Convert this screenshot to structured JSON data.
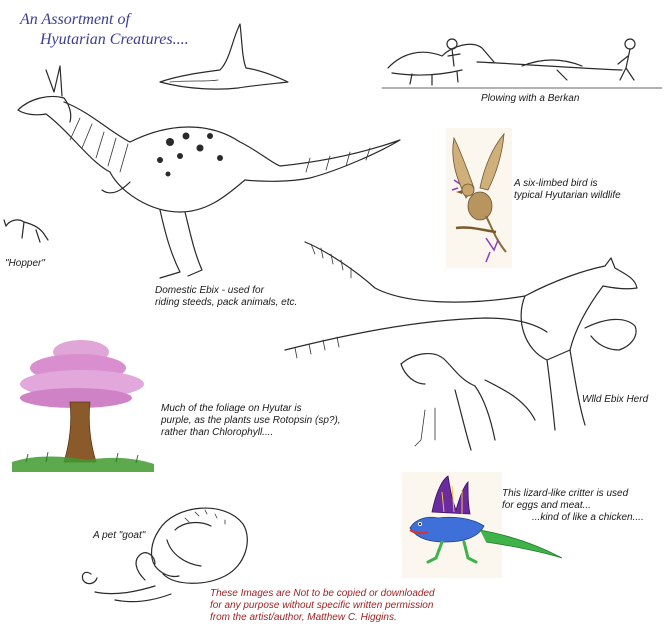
{
  "title": {
    "line1": "An Assortment  of",
    "line2": "Hyutarian Creatures...."
  },
  "captions": {
    "plowing": "Plowing with a Berkan",
    "six_limbed_1": "A six-limbed bird is",
    "six_limbed_2": "typical Hyutarian wildlife",
    "hopper": "\"Hopper\"",
    "domestic_1": "Domestic Ebix - used for",
    "domestic_2": "riding steeds, pack animals, etc.",
    "wild": "Wlld Ebix Herd",
    "foliage_1": "Much of the foliage on Hyutar is",
    "foliage_2": "purple, as the plants use Rotopsin (sp?),",
    "foliage_3": "rather than Chlorophyll....",
    "lizard_1": "This lizard-like critter is used",
    "lizard_2": "for eggs and meat...",
    "lizard_3": "...kind of like a chicken....",
    "goat": "A pet \"goat\""
  },
  "notice": {
    "line1": "These Images are Not to be copied or downloaded",
    "line2": "for any purpose without specific written permission",
    "line3": "from the artist/author, Matthew C. Higgins."
  },
  "colors": {
    "title": "#3a3f8f",
    "notice": "#9c1f1f",
    "foliage": "#d98fcf",
    "trunk": "#8a5a2b",
    "grass": "#3f9a2f",
    "lizard_body": "#3f6fd8",
    "lizard_tail": "#3fb34a",
    "lizard_sail": "#6a2aa0"
  }
}
